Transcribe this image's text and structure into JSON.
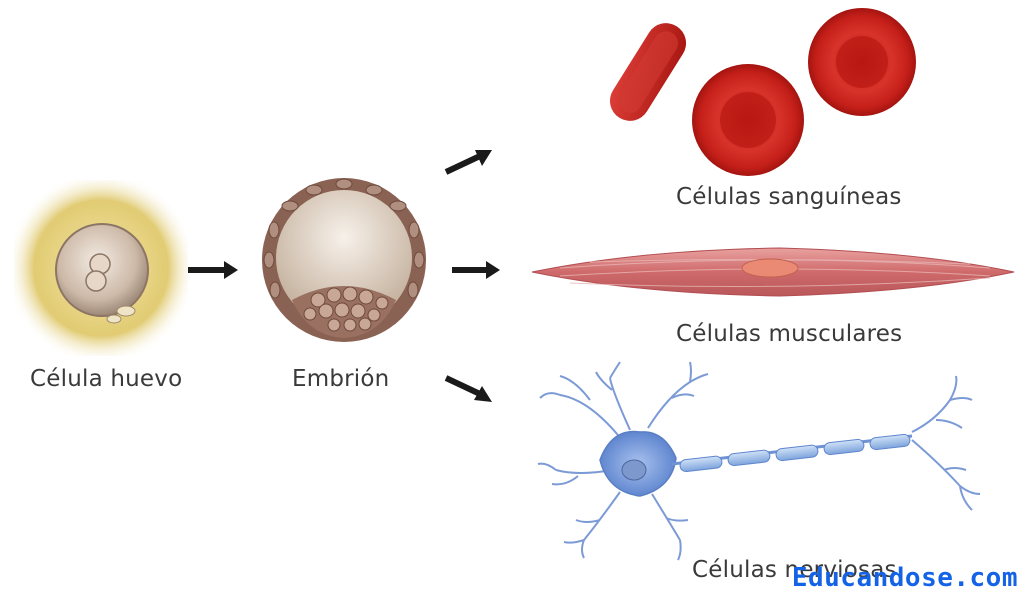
{
  "labels": {
    "egg": "Célula huevo",
    "embryo": "Embrión",
    "blood": "Células sanguíneas",
    "muscle": "Células musculares",
    "nerve": "Células nerviosas"
  },
  "watermark": "Educandose.com",
  "colors": {
    "egg_background": "#e2cf7a",
    "embryo_wall": "#8a6253",
    "blood_cell": "#c8211c",
    "muscle_cell": "#cf6f70",
    "nerve_cell": "#6f93d3",
    "arrow": "#1a1a1a",
    "watermark": "#1463e6"
  }
}
